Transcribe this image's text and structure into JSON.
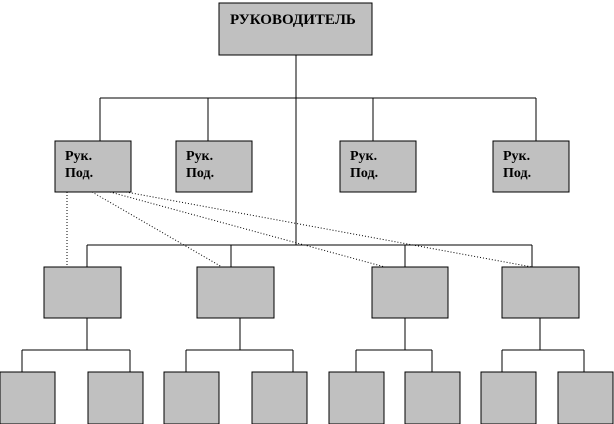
{
  "head": {
    "title": "РУКОВОДИТЕЛЬ"
  },
  "deputies": [
    {
      "line1": "Рук.",
      "line2": "Под."
    },
    {
      "line1": "Рук.",
      "line2": "Под."
    },
    {
      "line1": "Рук.",
      "line2": "Под."
    },
    {
      "line1": "Рук.",
      "line2": "Под."
    }
  ],
  "colors": {
    "box_fill": "#c0c0c0",
    "line": "#000000",
    "background": "#ffffff"
  }
}
